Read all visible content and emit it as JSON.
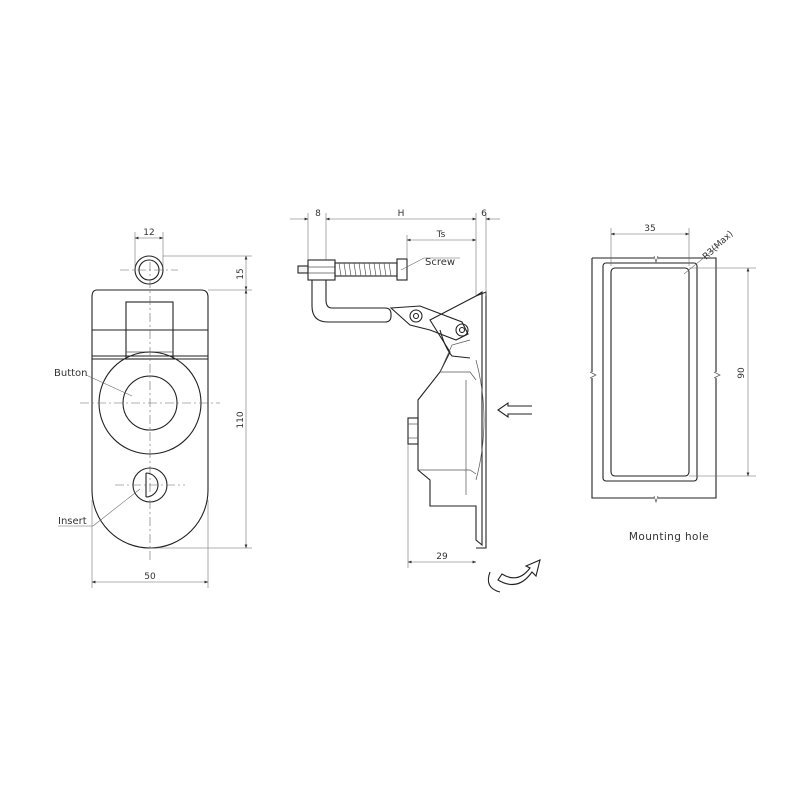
{
  "front_view": {
    "dims": {
      "top_width": "12",
      "top_height": "15",
      "height": "110",
      "width": "50"
    },
    "labels": {
      "button": "Button",
      "insert": "Insert"
    }
  },
  "side_view": {
    "dims": {
      "d8": "8",
      "h": "H",
      "d6": "6",
      "ts": "Ts",
      "d29": "29"
    },
    "labels": {
      "screw": "Screw"
    }
  },
  "mounting_hole": {
    "dims": {
      "width": "35",
      "height": "90",
      "radius": "R3(Max)"
    },
    "caption": "Mounting hole"
  }
}
